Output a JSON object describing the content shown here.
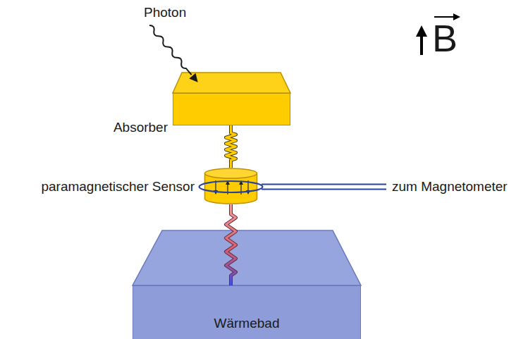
{
  "diagram": {
    "nodes": [
      {
        "text": [
          "Absorber"
        ]
      },
      {
        "text": [
          "paramagnetischer Sensor"
        ]
      },
      {
        "text": [
          "Wärmebad"
        ]
      }
    ],
    "edges": [
      {
        "from": 0,
        "to": 1,
        "arrow": "none"
      },
      {
        "from": 1,
        "to": 2,
        "arrow": "none"
      }
    ],
    "labels": [
      "Photon",
      "zum Magnetometer",
      "B"
    ]
  }
}
